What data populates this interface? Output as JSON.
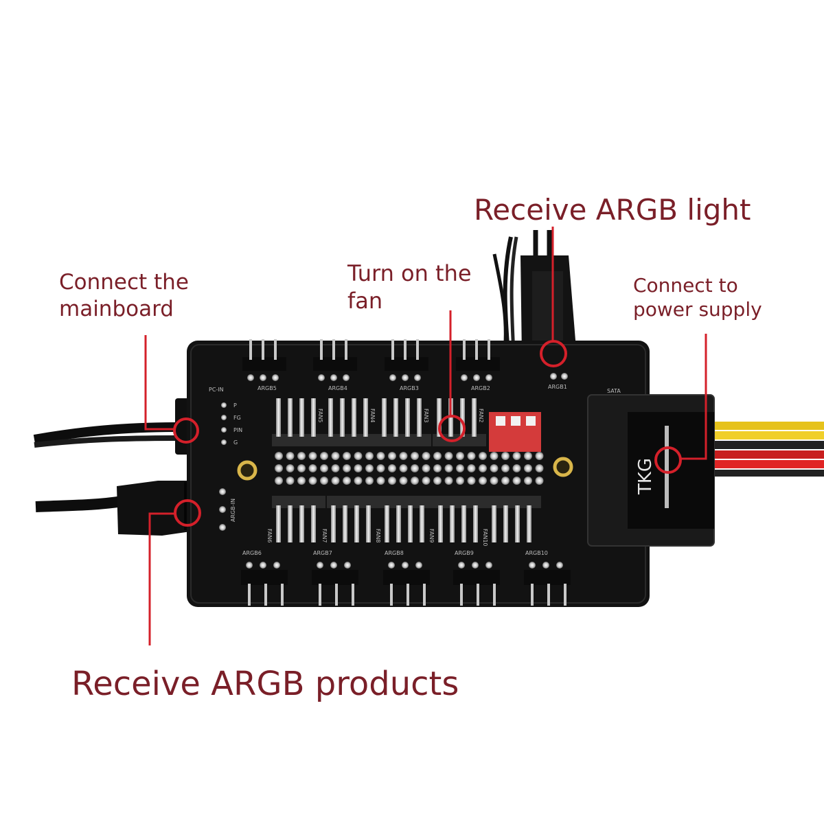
{
  "annotations": {
    "mainboard": [
      "Connect the",
      "mainboard"
    ],
    "fan": [
      "Turn on the",
      "fan"
    ],
    "argb_light": "Receive ARGB light",
    "power_supply": [
      "Connect to",
      "power supply"
    ],
    "argb_products": "Receive ARGB products"
  },
  "board_text": {
    "brand": "TKG",
    "sata": "SATA",
    "pwm_in": "PC-IN",
    "pin_labels": [
      "P",
      "FG",
      "PIN",
      "G"
    ],
    "fan_top": [
      "FAN5",
      "FAN4",
      "FAN3",
      "FAN2"
    ],
    "fan_bottom": [
      "FAN6",
      "FAN7",
      "FAN8",
      "FAN9",
      "FAN10"
    ],
    "argb_top": [
      "ARGB5",
      "ARGB4",
      "ARGB3",
      "ARGB2",
      "ARGB1"
    ],
    "argb_bottom": [
      "ARGB6",
      "ARGB7",
      "ARGB8",
      "ARGB9",
      "ARGB10"
    ],
    "argb_in": "ARGB-IN"
  },
  "colors": {
    "annotation_text": "#7a1f28",
    "callout": "#d4202a",
    "pcb": "#121212",
    "background": "#ffffff"
  }
}
